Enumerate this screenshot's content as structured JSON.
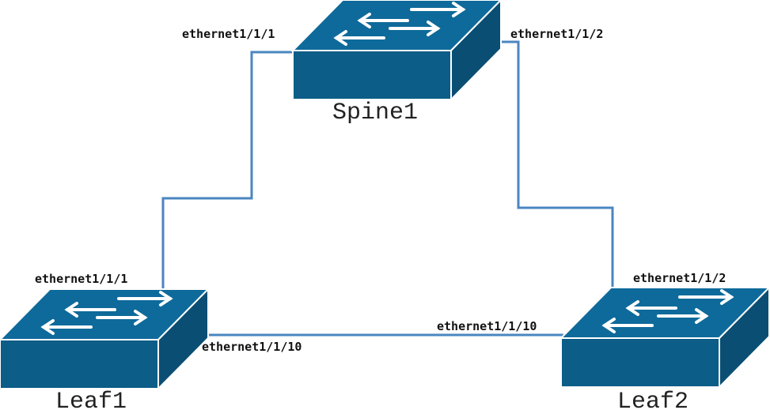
{
  "colors": {
    "switch_top": "#0e6a9a",
    "switch_front": "#0c5d87",
    "switch_side": "#0a4e73",
    "switch_edge": "#ffffff",
    "arrow": "#ffffff",
    "link": "#4a86c0",
    "background": "#ffffff"
  },
  "devices": {
    "spine1": {
      "name": "Spine1",
      "icon": "network-switch-icon"
    },
    "leaf1": {
      "name": "Leaf1",
      "icon": "network-switch-icon"
    },
    "leaf2": {
      "name": "Leaf2",
      "icon": "network-switch-icon"
    }
  },
  "ports": {
    "spine1_left": "ethernet1/1/1",
    "spine1_right": "ethernet1/1/2",
    "leaf1_up": "ethernet1/1/1",
    "leaf1_right": "ethernet1/1/10",
    "leaf2_up": "ethernet1/1/2",
    "leaf2_left": "ethernet1/1/10"
  },
  "links": [
    {
      "from": "Spine1",
      "from_port": "ethernet1/1/1",
      "to": "Leaf1",
      "to_port": "ethernet1/1/1"
    },
    {
      "from": "Spine1",
      "from_port": "ethernet1/1/2",
      "to": "Leaf2",
      "to_port": "ethernet1/1/2"
    },
    {
      "from": "Leaf1",
      "from_port": "ethernet1/1/10",
      "to": "Leaf2",
      "to_port": "ethernet1/1/10"
    }
  ]
}
